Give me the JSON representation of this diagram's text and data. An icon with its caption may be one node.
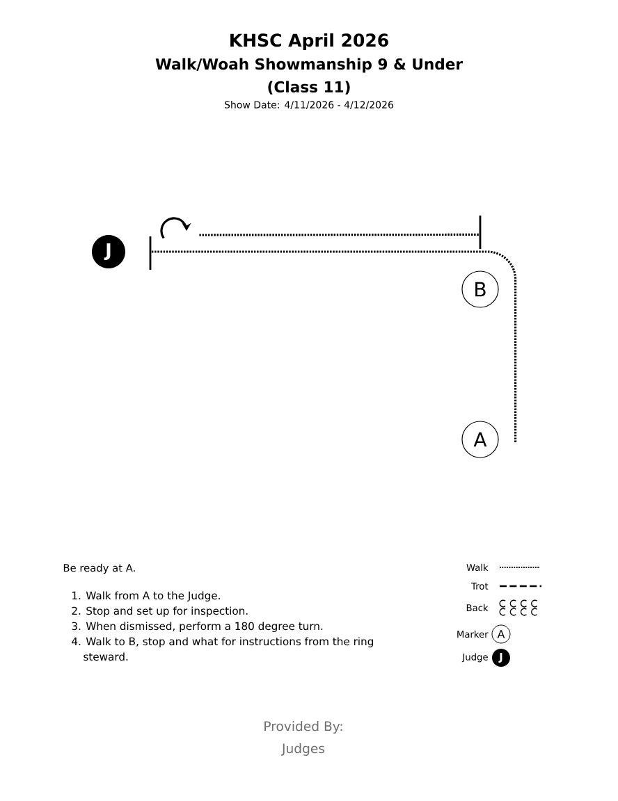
{
  "diagram": {
    "title": "KHSC April 2026",
    "nodes": [
      {
        "text": [
          "J"
        ]
      },
      {
        "text": [
          "B"
        ]
      },
      {
        "text": [
          "A"
        ]
      }
    ],
    "edges": [
      {
        "from": 2,
        "to": 0,
        "arrow": "none"
      },
      {
        "from": 0,
        "to": 1,
        "arrow": "none"
      }
    ],
    "labels": [
      "Walk/Woah Showmanship 9 & Under",
      "(Class 11)",
      "Show Date: 4/11/2026 - 4/12/2026",
      "Be ready at A.",
      "1. Walk from A to the Judge.",
      "2. Stop and set up for inspection.",
      "3. When dismissed, perform a 180 degree turn.",
      "4. Walk to B, stop and what for instructions from the ring steward.",
      "A",
      "J",
      "Provided By:",
      "Judges"
    ],
    "legend": [
      {
        "text": "Walk"
      },
      {
        "text": "Trot"
      },
      {
        "text": "Back"
      },
      {
        "text": "Marker"
      },
      {
        "text": "Judge"
      }
    ]
  }
}
